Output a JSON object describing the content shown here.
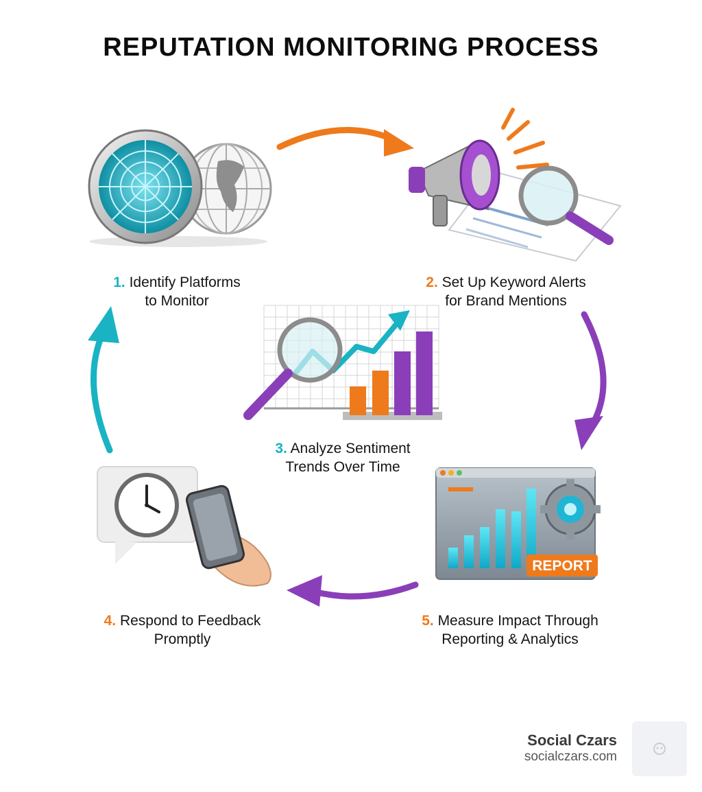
{
  "title": "REPUTATION MONITORING PROCESS",
  "colors": {
    "teal": "#19b3c4",
    "orange": "#ee7a1c",
    "purple": "#8a3fb9",
    "text": "#141414"
  },
  "steps": [
    {
      "num": "1.",
      "line1": "Identify Platforms",
      "line2": "to Monitor",
      "num_color": "#19b3c4",
      "icon": "radar-globe-icon"
    },
    {
      "num": "2.",
      "line1": "Set Up Keyword Alerts",
      "line2": "for Brand Mentions",
      "num_color": "#ee7a1c",
      "icon": "megaphone-magnifier-icon"
    },
    {
      "num": "3.",
      "line1": "Analyze Sentiment",
      "line2": "Trends Over Time",
      "num_color": "#19b3c4",
      "icon": "trend-chart-icon"
    },
    {
      "num": "4.",
      "line1": "Respond to Feedback",
      "line2": "Promptly",
      "num_color": "#ee7a1c",
      "icon": "clock-phone-icon"
    },
    {
      "num": "5.",
      "line1": "Measure Impact Through",
      "line2": "Reporting & Analytics",
      "num_color": "#ee7a1c",
      "icon": "report-dashboard-icon"
    }
  ],
  "report_badge": "REPORT",
  "brand": {
    "name": "Social Czars",
    "url": "socialczars.com"
  }
}
